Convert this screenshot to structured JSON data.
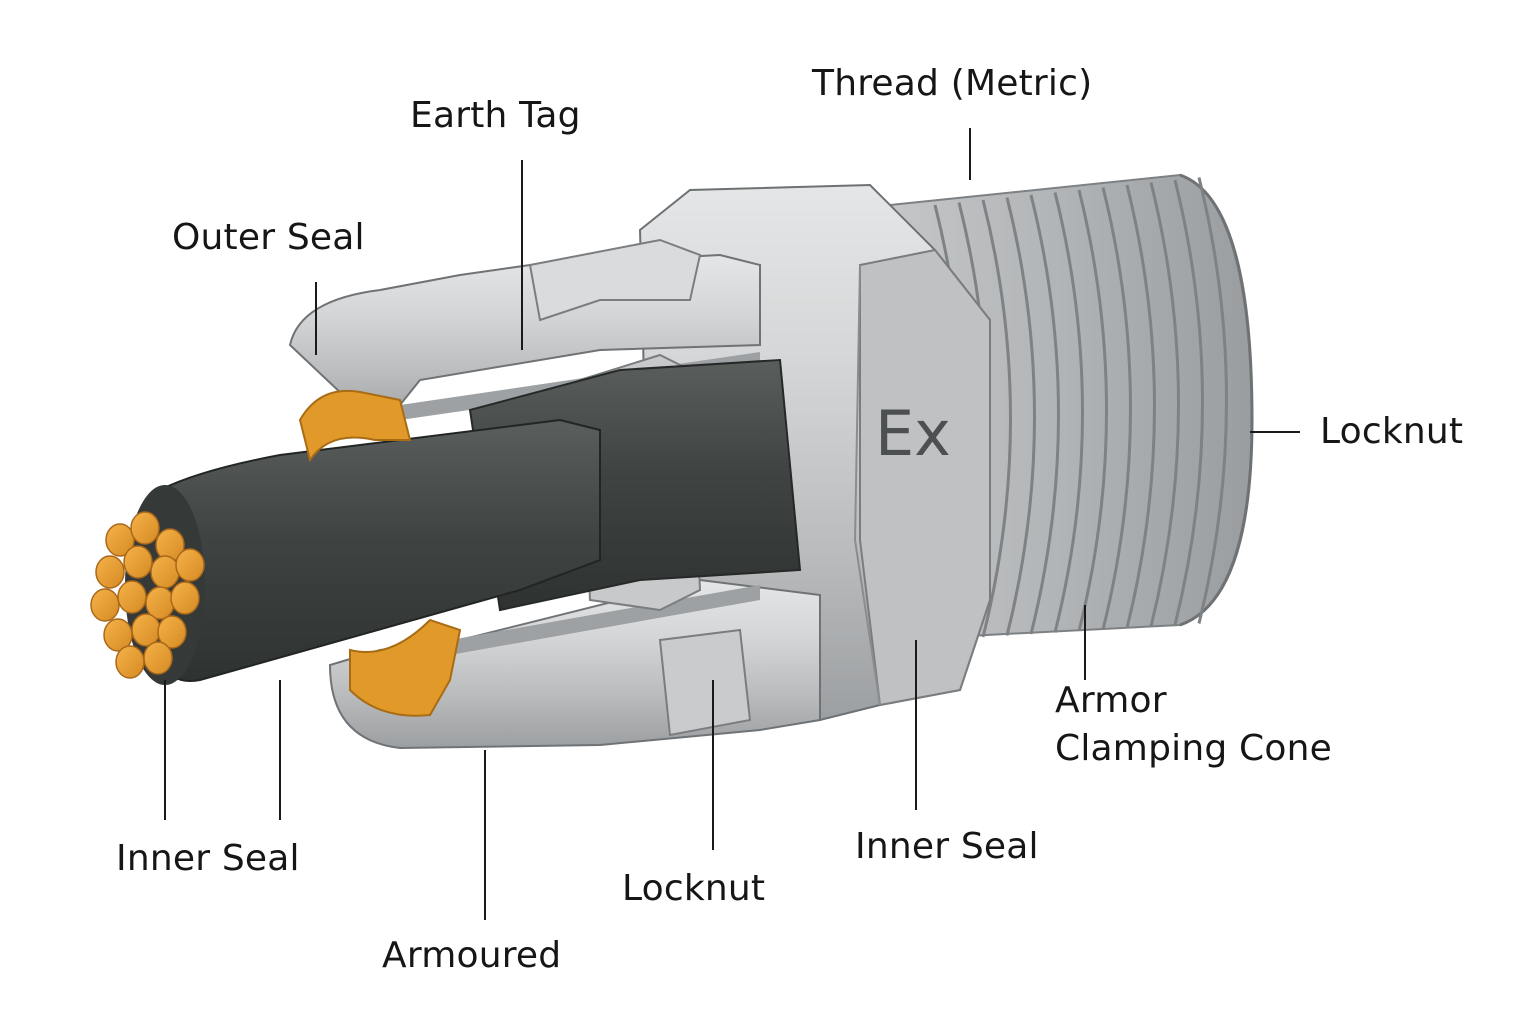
{
  "labels": {
    "thread_metric": "Thread (Metric)",
    "earth_tag": "Earth Tag",
    "outer_seal": "Outer Seal",
    "locknut_right": "Locknut",
    "armor_clamping_cone_line1": "Armor",
    "armor_clamping_cone_line2": "Clamping Cone",
    "inner_seal_right": "Inner Seal",
    "locknut_bottom": "Locknut",
    "armoured": "Armoured",
    "inner_seal_left": "Inner Seal"
  },
  "body_marking": "Ex",
  "colors": {
    "metal": "#c9cbcd",
    "metal_dark": "#8f9294",
    "cable_jacket": "#3d4140",
    "copper": "#e6982c",
    "seal_orange": "#e19a2a",
    "leader": "#1a1a1a",
    "text": "#161616"
  }
}
